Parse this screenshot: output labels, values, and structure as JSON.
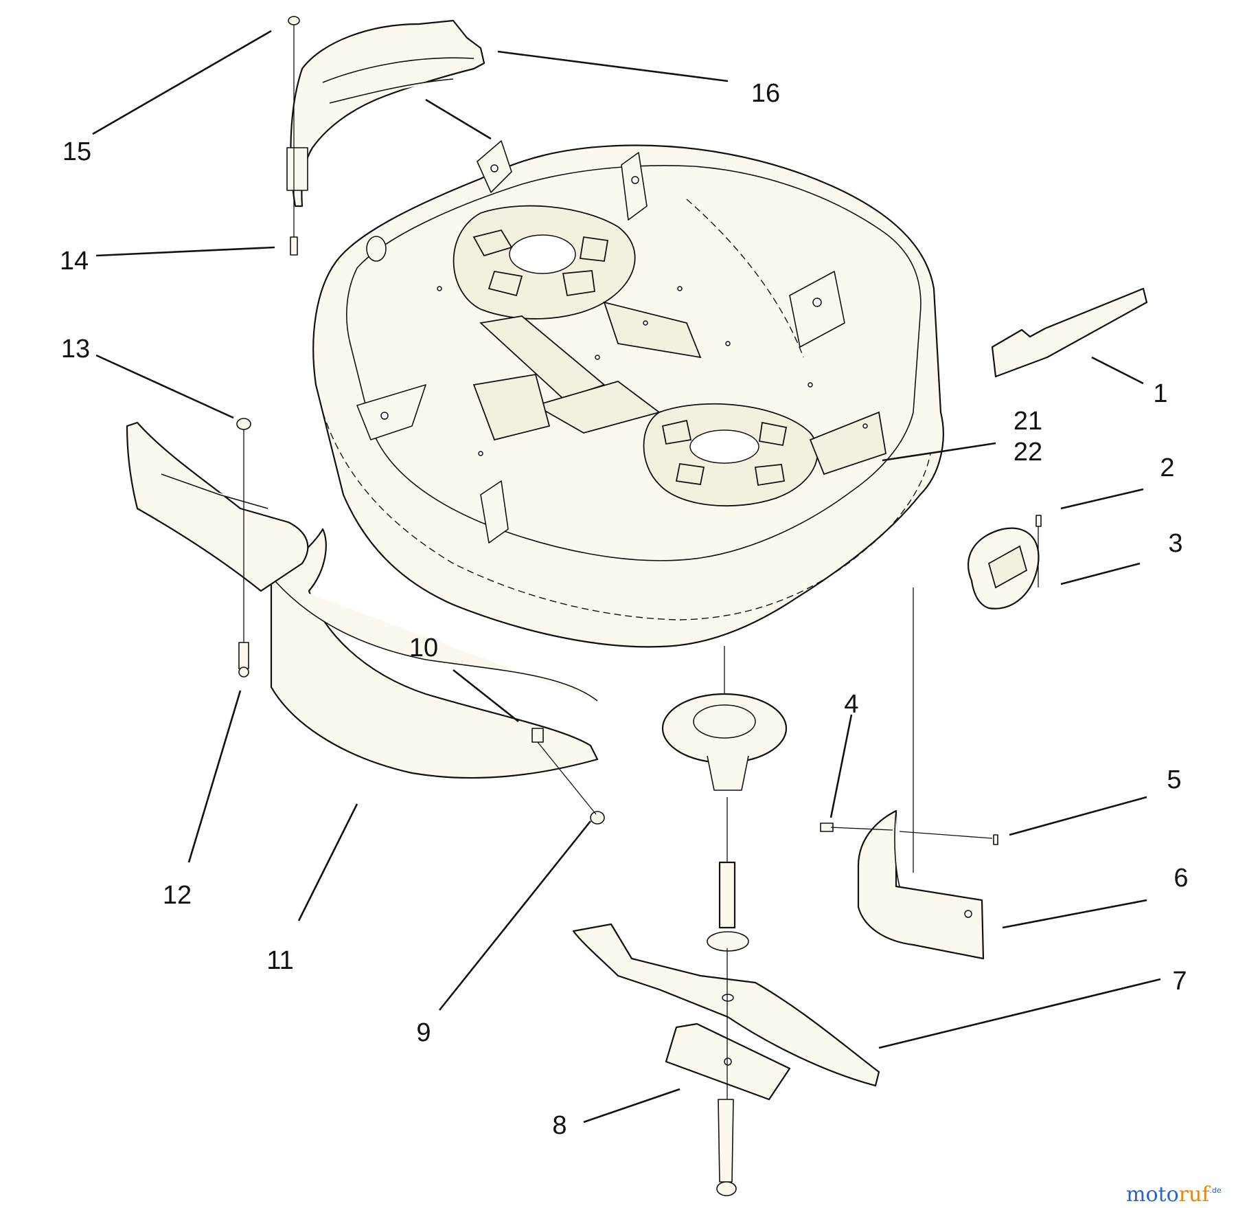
{
  "diagram": {
    "callouts": [
      "1",
      "2",
      "3",
      "4",
      "5",
      "6",
      "7",
      "8",
      "9",
      "10",
      "11",
      "12",
      "13",
      "14",
      "15",
      "16",
      "21",
      "22"
    ]
  },
  "watermark": {
    "part_a": "moto",
    "part_b": "ruf",
    "suffix": ".de",
    "colors": {
      "primary": "#2a62c9",
      "accent": "#e08a12"
    }
  }
}
